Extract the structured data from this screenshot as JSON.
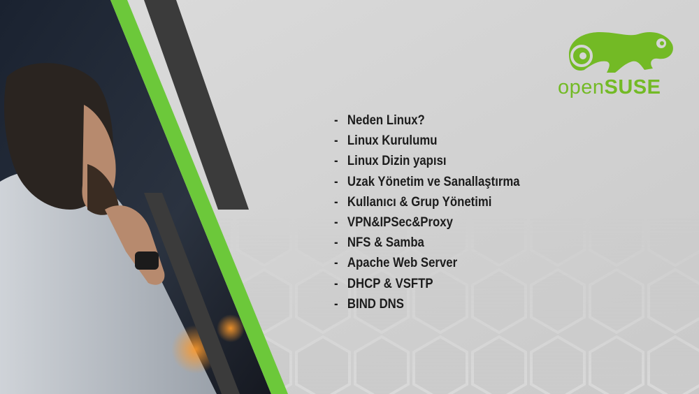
{
  "brand": {
    "name_part1": "open",
    "name_part2": "SUSE",
    "logo_icon": "gecko-icon",
    "accent_color": "#73ba25"
  },
  "colors": {
    "stripe_green": "#6cc83a",
    "stripe_dark": "#3b3b3b",
    "background": "#d5d5d5"
  },
  "photo": {
    "icon": "person-at-computer-photo"
  },
  "topics": {
    "bullet": "-",
    "items": [
      "Neden Linux?",
      "Linux Kurulumu",
      "Linux Dizin yapısı",
      "Uzak Yönetim ve Sanallaştırma",
      "Kullanıcı & Grup Yönetimi",
      "VPN&IPSec&Proxy",
      "NFS & Samba",
      "Apache Web Server",
      "DHCP & VSFTP",
      "BIND DNS"
    ]
  }
}
